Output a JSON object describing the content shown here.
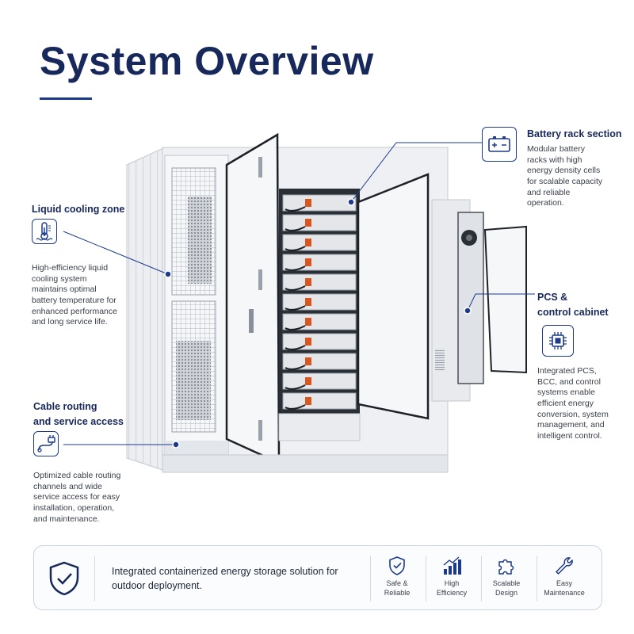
{
  "title": "System Overview",
  "callouts": {
    "battery": {
      "title": "Battery rack section",
      "text": "Modular battery racks with high energy density cells for scalable capacity and reliable operation.",
      "icon": "battery-icon"
    },
    "cooling": {
      "title": "Liquid cooling zone",
      "text": "High-efficiency liquid cooling system maintains optimal battery temperature for enhanced performance and long service life.",
      "icon": "thermometer-icon"
    },
    "pcs": {
      "title_line1": "PCS &",
      "title_line2": "control cabinet",
      "text": "Integrated PCS, BCC, and control systems enable efficient energy conversion, system management, and intelligent control.",
      "icon": "chip-icon"
    },
    "cable": {
      "title_line1": "Cable routing",
      "title_line2": "and service access",
      "text": "Optimized cable routing channels and wide service access for easy installation, operation, and maintenance.",
      "icon": "cable-plug-icon"
    }
  },
  "footer": {
    "text": "Integrated containerized energy storage solution for outdoor deployment.",
    "features": [
      {
        "line1": "Safe &",
        "line2": "Reliable",
        "icon": "shield-check-icon"
      },
      {
        "line1": "High",
        "line2": "Efficiency",
        "icon": "bar-chart-icon"
      },
      {
        "line1": "Scalable",
        "line2": "Design",
        "icon": "puzzle-icon"
      },
      {
        "line1": "Easy",
        "line2": "Maintenance",
        "icon": "wrench-icon"
      }
    ]
  },
  "colors": {
    "navy": "#17285a",
    "accent": "#1d3a8a",
    "frame": "#d5dbe6",
    "door": "#f4f5f7"
  }
}
